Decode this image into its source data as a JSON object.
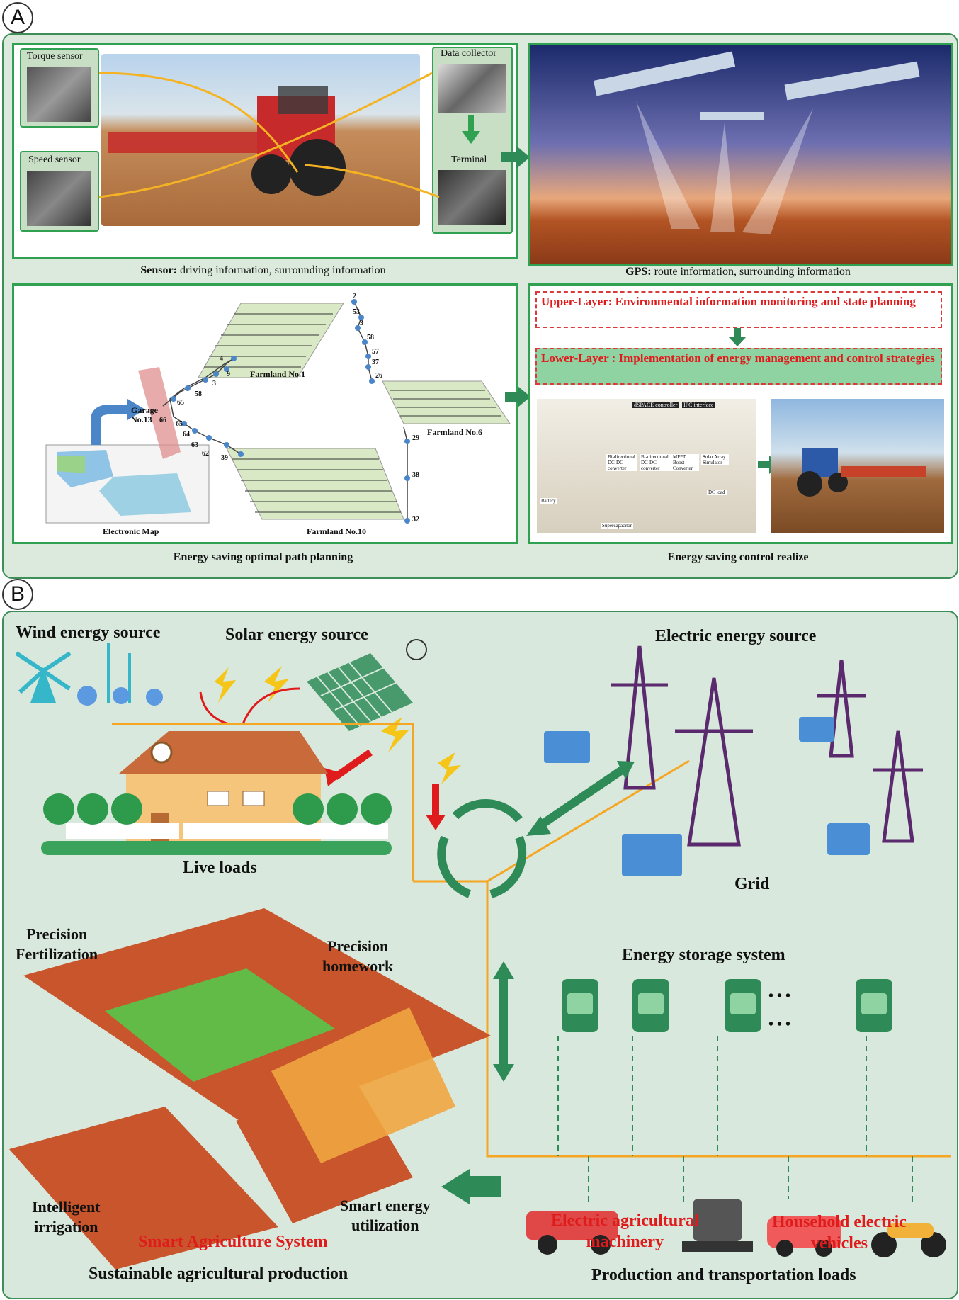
{
  "panel_letters": {
    "a": "A",
    "b": "B"
  },
  "panelA": {
    "sensor": {
      "torque_label": "Torque sensor",
      "speed_label": "Speed  sensor",
      "collector_label": "Data collector",
      "terminal_label": "Terminal",
      "caption_bold": "Sensor:",
      "caption_rest": " driving information, surrounding information"
    },
    "gps": {
      "caption_bold": "GPS:",
      "caption_rest": " route information, surrounding information"
    },
    "path": {
      "garage": "Garage\nNo.13",
      "farm1": "Farmland No.1",
      "farm6": "Farmland No.6",
      "farm10": "Farmland No.10",
      "map_label": "Electronic Map",
      "nodes": [
        "2",
        "53",
        "3",
        "58",
        "57",
        "37",
        "26",
        "29",
        "38",
        "32",
        "4",
        "9",
        "3",
        "58",
        "65",
        "66",
        "65",
        "64",
        "63",
        "62",
        "39"
      ],
      "caption": "Energy saving optimal path planning"
    },
    "control": {
      "upper": "Upper-Layer: Environmental information monitoring and state planning",
      "lower": "Lower-Layer : Implementation of energy management and control strategies",
      "caption": "Energy saving control realize",
      "lab_labels": [
        "dSPACE controller",
        "IPC interface",
        "Bi-directional DC-DC converter",
        "Bi-directional DC-DC converter",
        "MPPT Boost Converter",
        "Solar Array Simulator",
        "DC load",
        "Battery",
        "Supercapacitor"
      ]
    }
  },
  "panelB": {
    "wind": "Wind energy source",
    "solar": "Solar energy source",
    "electric": "Electric energy source",
    "live_loads": "Live loads",
    "grid": "Grid",
    "storage": "Energy storage system",
    "ellipsis": "• • •",
    "precision_fert": "Precision\nFertilization",
    "precision_home": "Precision\nhomework",
    "irrigation": "Intelligent\nirrigation",
    "smart_energy": "Smart energy\nutilization",
    "smart_ag": "Smart Agriculture System",
    "sustainable": "Sustainable agricultural production",
    "elec_ag": "Electric agricultural\nmachinery",
    "household": "Household electric\nvehicles",
    "production": "Production and transportation loads",
    "colors": {
      "accent_green": "#2e8b57",
      "red": "#e01b1b",
      "orange": "#f5a623",
      "tower": "#5b2a6e"
    }
  }
}
